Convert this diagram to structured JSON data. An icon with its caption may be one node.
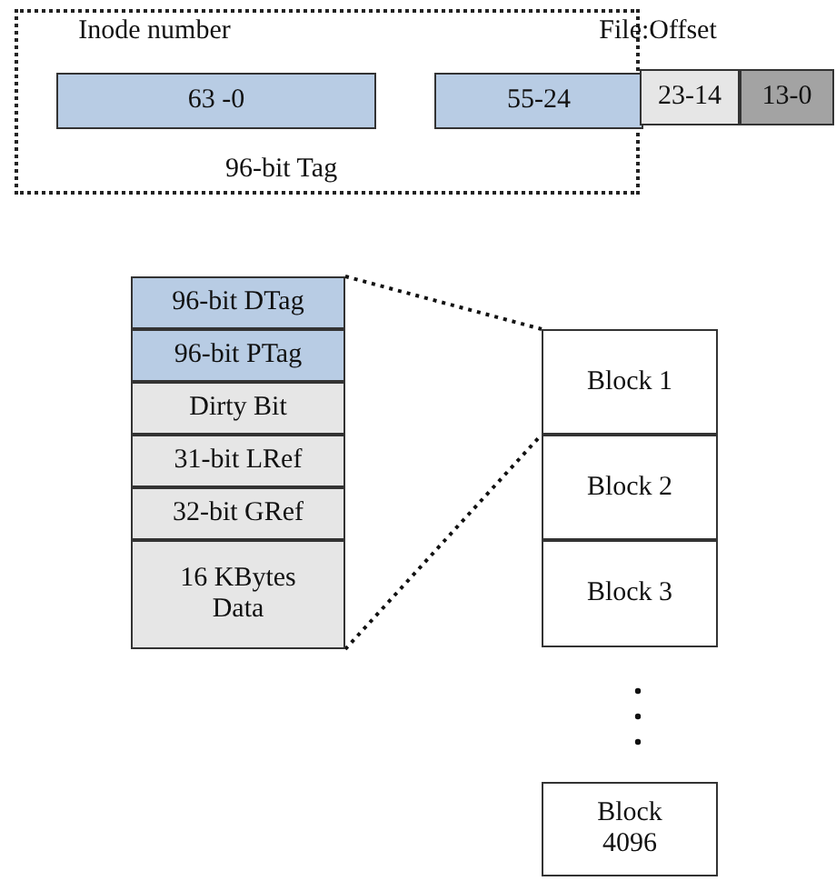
{
  "diagram": {
    "nodes": [
      {
        "text": [
          "96-bit Tag"
        ]
      },
      {
        "text": [
          "63 -0"
        ],
        "in": 0
      },
      {
        "text": [
          "55-24"
        ],
        "in": 0
      },
      {
        "text": [
          "23-14"
        ]
      },
      {
        "text": [
          "13-0"
        ]
      },
      {
        "text": [
          "96-bit DTag"
        ]
      },
      {
        "text": [
          "96-bit PTag"
        ]
      },
      {
        "text": [
          "Dirty Bit"
        ]
      },
      {
        "text": [
          "31-bit LRef"
        ]
      },
      {
        "text": [
          "32-bit GRef"
        ]
      },
      {
        "text": [
          "16 KBytes Data"
        ]
      },
      {
        "text": [
          "Block 1"
        ]
      },
      {
        "text": [
          "Block 2"
        ]
      },
      {
        "text": [
          "Block 3"
        ]
      },
      {
        "text": [
          "Block 4096"
        ]
      }
    ],
    "edges": [
      {
        "from": 5,
        "to": 11,
        "arrow": "none",
        "style": "dashed"
      },
      {
        "from": 10,
        "to": 11,
        "arrow": "none",
        "style": "dashed"
      }
    ],
    "labels": [
      "Inode number",
      "File:Offset"
    ]
  }
}
